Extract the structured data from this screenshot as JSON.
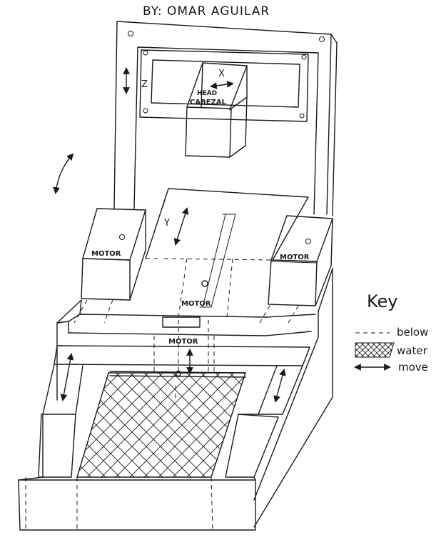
{
  "title": "BY: OMAR AGUILAR",
  "labels": {
    "axis_z": "Z",
    "axis_x": "X",
    "axis_y": "Y",
    "head_line1": "HEAD",
    "head_line2": "CABEZAL",
    "motor_left": "MOTOR",
    "motor_right": "MOTOR",
    "motor_center": "MOTOR",
    "motor_lower": "MOTOR"
  },
  "key": {
    "title": "Key",
    "items": [
      {
        "symbol": "dashed-line",
        "label": "below"
      },
      {
        "symbol": "cross-hatch",
        "label": "water"
      },
      {
        "symbol": "double-arrow",
        "label": "move"
      }
    ]
  }
}
